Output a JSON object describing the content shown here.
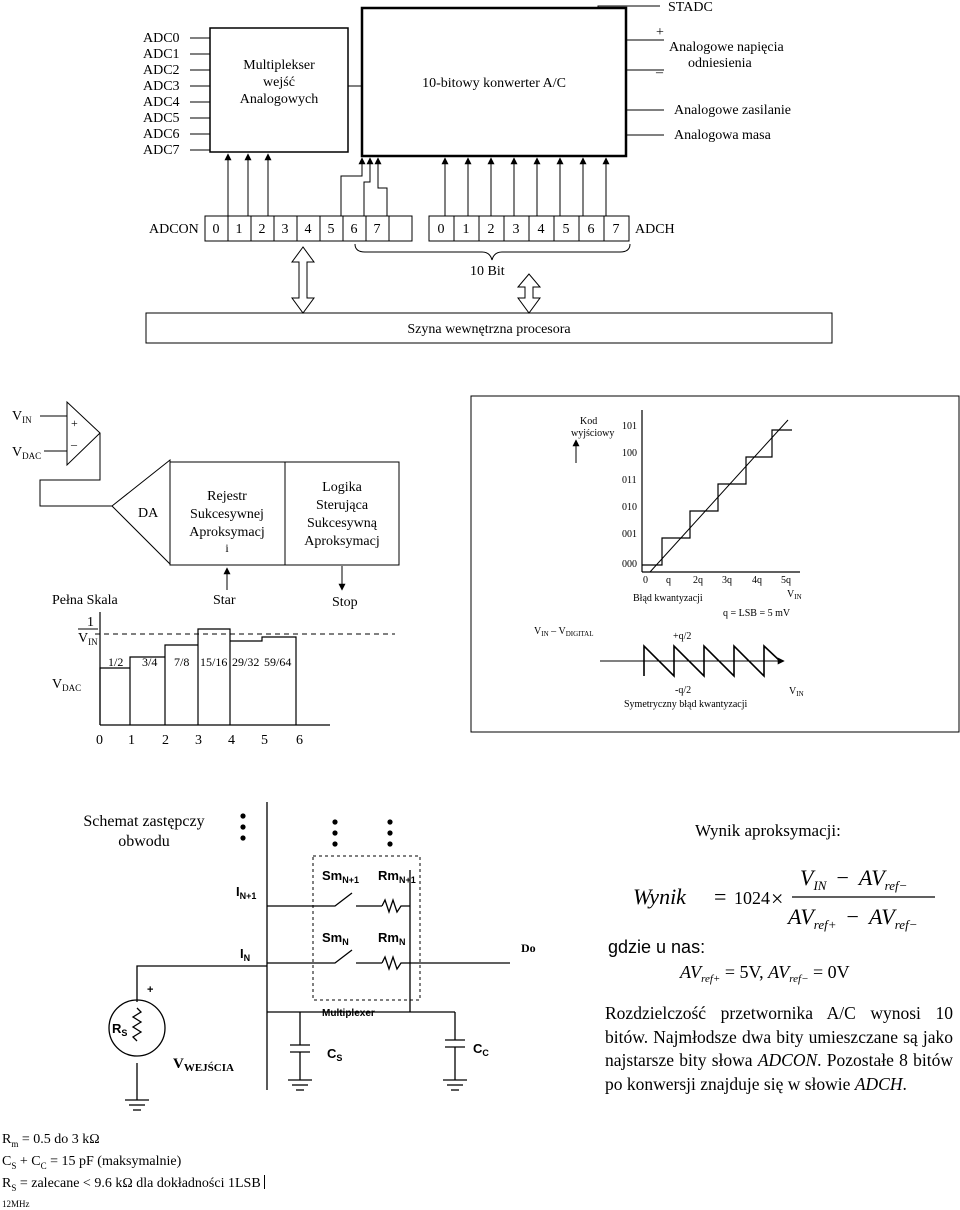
{
  "adc": {
    "channels": [
      "ADC0",
      "ADC1",
      "ADC2",
      "ADC3",
      "ADC4",
      "ADC5",
      "ADC6",
      "ADC7"
    ],
    "mux": [
      "Multiplekser",
      "wejść",
      "Analogowych"
    ],
    "converter": "10-bitowy konwerter A/C",
    "stadc": "STADC",
    "plus": "+",
    "minus": "–",
    "ref_label": [
      "Analogowe napięcia",
      "odniesienia"
    ],
    "supply": "Analogowe zasilanie",
    "ground": "Analogowa masa",
    "adcon": "ADCON",
    "adch": "ADCH",
    "bits": [
      "0",
      "1",
      "2",
      "3",
      "4",
      "5",
      "6",
      "7"
    ],
    "bit10": "10 Bit",
    "bus": "Szyna wewnętrzna procesora"
  },
  "sar": {
    "vin_v": "V",
    "vin_sub": "IN",
    "vdac_v": "V",
    "vdac_sub": "DAC",
    "plus": "+",
    "minus": "–",
    "da": "DA",
    "reg": [
      "Rejestr",
      "Sukcesywnej",
      "Aproksymacj",
      "i"
    ],
    "logic": [
      "Logika",
      "Sterująca",
      "Sukcesywną",
      "Aproksymacj"
    ],
    "full_scale": "Pełna Skala",
    "start": "Star",
    "stop": "Stop",
    "one": "1",
    "fractions": [
      "1/2",
      "3/4",
      "7/8",
      "15/16",
      "29/32",
      "59/64"
    ],
    "steps": [
      "0",
      "1",
      "2",
      "3",
      "4",
      "5",
      "6"
    ]
  },
  "quant": {
    "code_label": [
      "Kod",
      "wyjściowy"
    ],
    "codes": [
      "101",
      "100",
      "011",
      "010",
      "001",
      "000"
    ],
    "x_ticks": [
      "0",
      "q",
      "2q",
      "3q",
      "4q",
      "5q"
    ],
    "vin_v": "V",
    "vin_sub": "IN",
    "error_title": "Błąd kwantyzacji",
    "lsb": "q = LSB = 5 mV",
    "diff_vin": "V",
    "diff_vin_sub": "IN",
    "diff_vd": "V",
    "diff_vd_sub": "DIGITAL",
    "plus_q2": "+q/2",
    "minus_q2": "-q/2",
    "sym": "Symetryczny błąd kwantyzacji",
    "vin2_v": "V",
    "vin2_sub": "IN"
  },
  "circuit": {
    "title": [
      "Schemat zastępczy",
      "obwodu"
    ],
    "in1_i": "I",
    "in1_sub": "N+1",
    "in_i": "I",
    "in_sub": "N",
    "sm1": "Sm",
    "sm1_sub": "N+1",
    "rm1": "Rm",
    "rm1_sub": "N+1",
    "sm": "Sm",
    "sm_sub": "N",
    "rm": "Rm",
    "rm_sub": "N",
    "do": "Do",
    "multiplexer": "Multiplexer",
    "rs": "R",
    "rs_sub": "S",
    "plus": "+",
    "cs": "C",
    "cs_sub": "S",
    "cc": "C",
    "cc_sub": "C",
    "vwej": "V",
    "vwej_sub": "WEJŚCIA"
  },
  "formula": {
    "title": "Wynik aproksymacji:",
    "lhs": "Wynik",
    "eq": "=",
    "n1024": "1024",
    "times": "×",
    "num_v": "V",
    "num_sub": "IN",
    "minus": "−",
    "av": "AV",
    "ref": "ref",
    "sub_minus": "−",
    "sub_plus": "+",
    "where": "gdzie u nas:",
    "av1": "AV",
    "ref1": "ref+",
    "v5": " = 5V, ",
    "av2": "AV",
    "ref2": "ref−",
    "v0": " = 0V"
  },
  "notes": {
    "resolution": "Rozdzielczość przetwornika A/C wynosi 10 bitów. Najmłodsze dwa bity umieszczane są jako najstarsze bity słowa",
    "adcon_i": "ADCON",
    "mid": ". Pozostałe 8 bitów po konwersji znajduje się w słowie",
    "adch_i": "ADCH",
    "end": ".",
    "rm_line": "R m = 0.5 do 3 kΩ",
    "rm_r": "R",
    "rm_sub": "m",
    "rm_val": " = 0.5 do 3 kΩ",
    "cs_c": "C",
    "cs_sub": "S",
    "cs_mid": " + C",
    "cc_sub": "C",
    "c_val": " = 15 pF (maksymalnie)",
    "rs_r": "R",
    "rs_sub": "S",
    "rs_val": " = zalecane < 9.6 kΩ dla dokładności 1LSB",
    "mhz": "12MHz"
  }
}
